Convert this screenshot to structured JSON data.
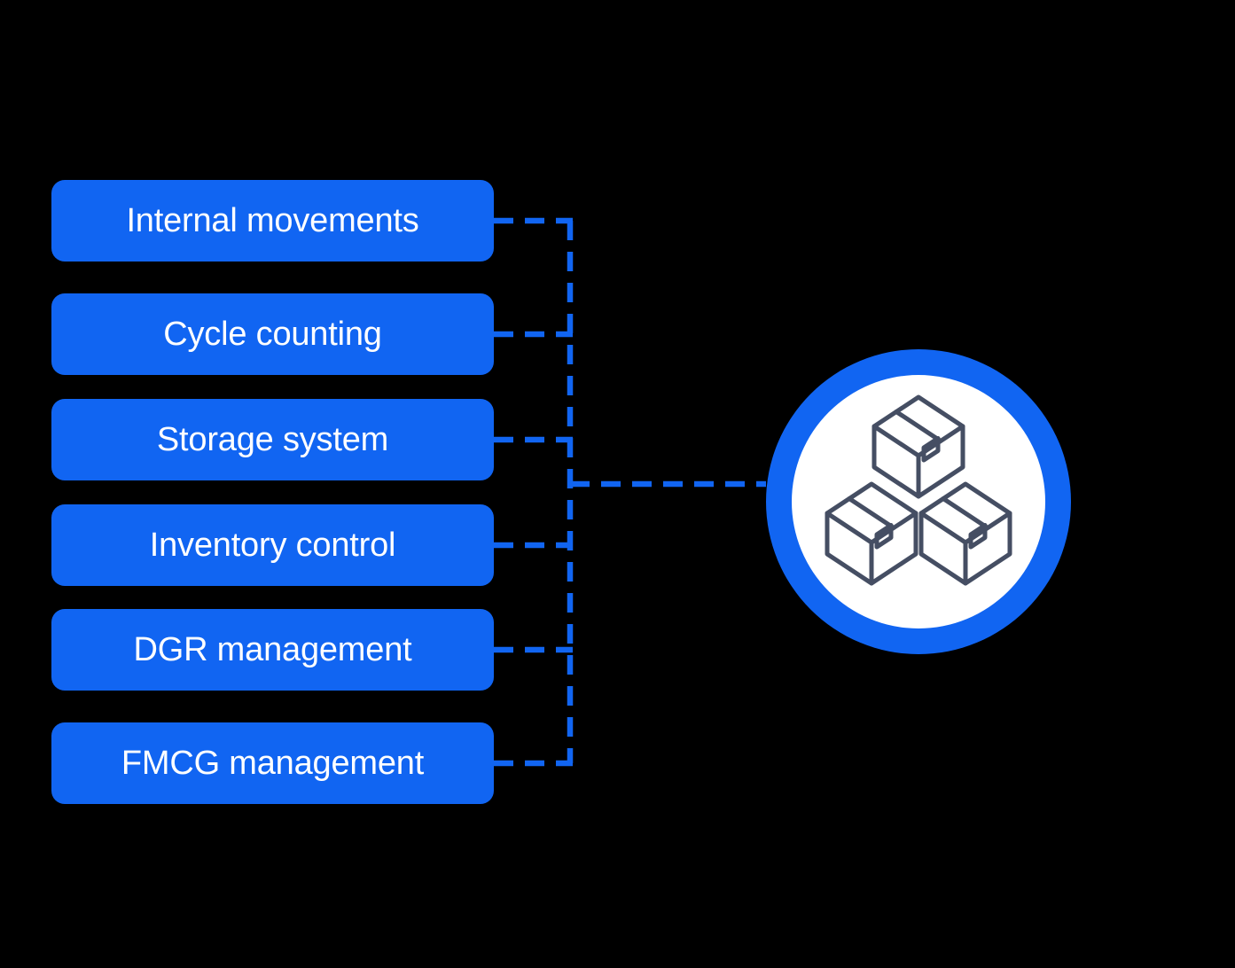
{
  "colors": {
    "bg": "#000000",
    "accent": "#1165F2",
    "icon-stroke": "#454E63",
    "hub-inner": "#FFFFFF",
    "label-text": "#FFFFFF"
  },
  "diagram": {
    "items": [
      {
        "label": "Internal movements"
      },
      {
        "label": "Cycle counting"
      },
      {
        "label": "Storage system"
      },
      {
        "label": "Inventory control"
      },
      {
        "label": "DGR management"
      },
      {
        "label": "FMCG management"
      }
    ],
    "hub_icon": "packages-icon"
  }
}
